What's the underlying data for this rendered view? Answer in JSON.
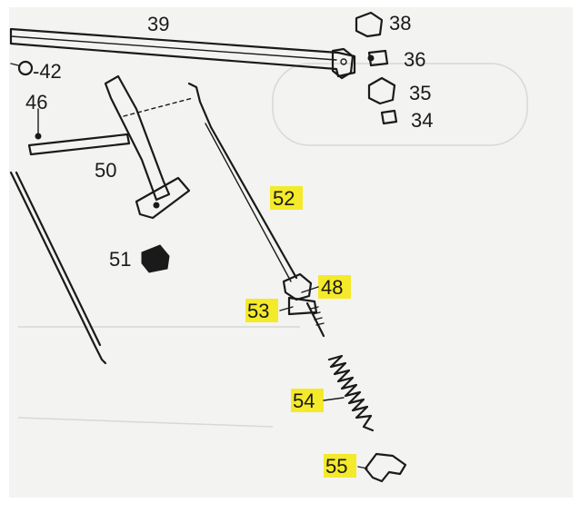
{
  "callouts": {
    "c39": "39",
    "c38": "38",
    "c36": "36",
    "c35": "35",
    "c34": "34",
    "c42": "-42",
    "c46": "46",
    "c50": "50",
    "c51": "51",
    "c52": "52",
    "c48": "48",
    "c53": "53",
    "c54": "54",
    "c55": "55"
  },
  "highlight_color": "#f4ea2a",
  "ink_color": "#1a1a1a"
}
